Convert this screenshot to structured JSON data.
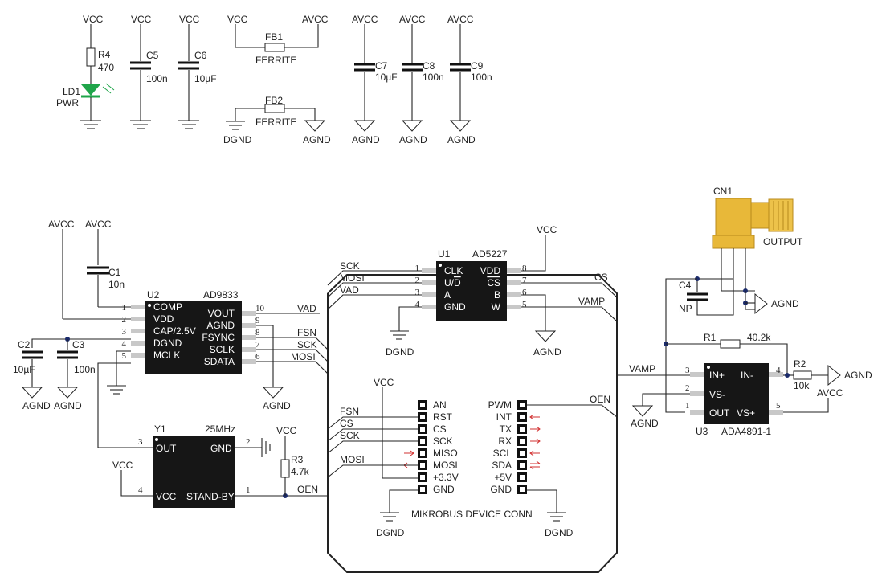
{
  "power": {
    "vcc": "VCC",
    "avcc": "AVCC",
    "agnd": "AGND",
    "dgnd": "DGND",
    "v5": "+5V",
    "v33": "+3.3V",
    "gnd": "GND"
  },
  "top": {
    "r4": {
      "ref": "R4",
      "val": "470"
    },
    "ld1": {
      "ref": "LD1",
      "val": "PWR"
    },
    "c5": {
      "ref": "C5",
      "val": "100n"
    },
    "c6": {
      "ref": "C6",
      "val": "10µF"
    },
    "fb1": {
      "ref": "FB1",
      "val": "FERRITE"
    },
    "fb2": {
      "ref": "FB2",
      "val": "FERRITE"
    },
    "c7": {
      "ref": "C7",
      "val": "10µF"
    },
    "c8": {
      "ref": "C8",
      "val": "100n"
    },
    "c9": {
      "ref": "C9",
      "val": "100n"
    }
  },
  "u2": {
    "ref": "U2",
    "part": "AD9833",
    "left": [
      {
        "n": "1",
        "l": "COMP"
      },
      {
        "n": "2",
        "l": "VDD"
      },
      {
        "n": "3",
        "l": "CAP/2.5V"
      },
      {
        "n": "4",
        "l": "DGND"
      },
      {
        "n": "5",
        "l": "MCLK"
      }
    ],
    "right": [
      {
        "n": "10",
        "l": "VOUT"
      },
      {
        "n": "9",
        "l": "AGND"
      },
      {
        "n": "8",
        "l": "FSYNC"
      },
      {
        "n": "7",
        "l": "SCLK"
      },
      {
        "n": "6",
        "l": "SDATA"
      }
    ]
  },
  "c1": {
    "ref": "C1",
    "val": "10n"
  },
  "c2": {
    "ref": "C2",
    "val": "10µF"
  },
  "c3": {
    "ref": "C3",
    "val": "100n"
  },
  "y1": {
    "ref": "Y1",
    "freq": "25MHz",
    "out": "OUT",
    "gnd": "GND",
    "vcc": "VCC",
    "standby": "STAND-BY",
    "p1": "1",
    "p2": "2",
    "p3": "3",
    "p4": "4"
  },
  "r3": {
    "ref": "R3",
    "val": "4.7k"
  },
  "u1": {
    "ref": "U1",
    "part": "AD5227",
    "left": [
      {
        "n": "1",
        "l": "CLK"
      },
      {
        "n": "2",
        "l": "U/",
        "l2": "D"
      },
      {
        "n": "3",
        "l": "A"
      },
      {
        "n": "4",
        "l": "GND"
      }
    ],
    "right": [
      {
        "n": "8",
        "l": "VDD"
      },
      {
        "n": "7",
        "l": "CS"
      },
      {
        "n": "6",
        "l": "B"
      },
      {
        "n": "5",
        "l": "W"
      }
    ]
  },
  "nets": {
    "sck": "SCK",
    "mosi": "MOSI",
    "vad": "VAD",
    "fsn": "FSN",
    "cs": "CS",
    "oen": "OEN",
    "vamp": "VAMP"
  },
  "cn1": {
    "ref": "CN1",
    "label": "OUTPUT"
  },
  "c4": {
    "ref": "C4",
    "val": "NP"
  },
  "r1": {
    "ref": "R1",
    "val": "40.2k"
  },
  "r2": {
    "ref": "R2",
    "val": "10k"
  },
  "u3": {
    "ref": "U3",
    "part": "ADA4891-1",
    "inp": "IN+",
    "inn": "IN-",
    "vsn": "VS-",
    "out": "OUT",
    "vsp": "VS+",
    "p1": "1",
    "p2": "2",
    "p3": "3",
    "p4": "4",
    "p5": "5"
  },
  "mikrobus": {
    "title": "MIKROBUS DEVICE CONN",
    "left": [
      "AN",
      "RST",
      "CS",
      "SCK",
      "MISO",
      "MOSI",
      "+3.3V",
      "GND"
    ],
    "right": [
      "PWM",
      "INT",
      "TX",
      "RX",
      "SCL",
      "SDA",
      "+5V",
      "GND"
    ]
  }
}
